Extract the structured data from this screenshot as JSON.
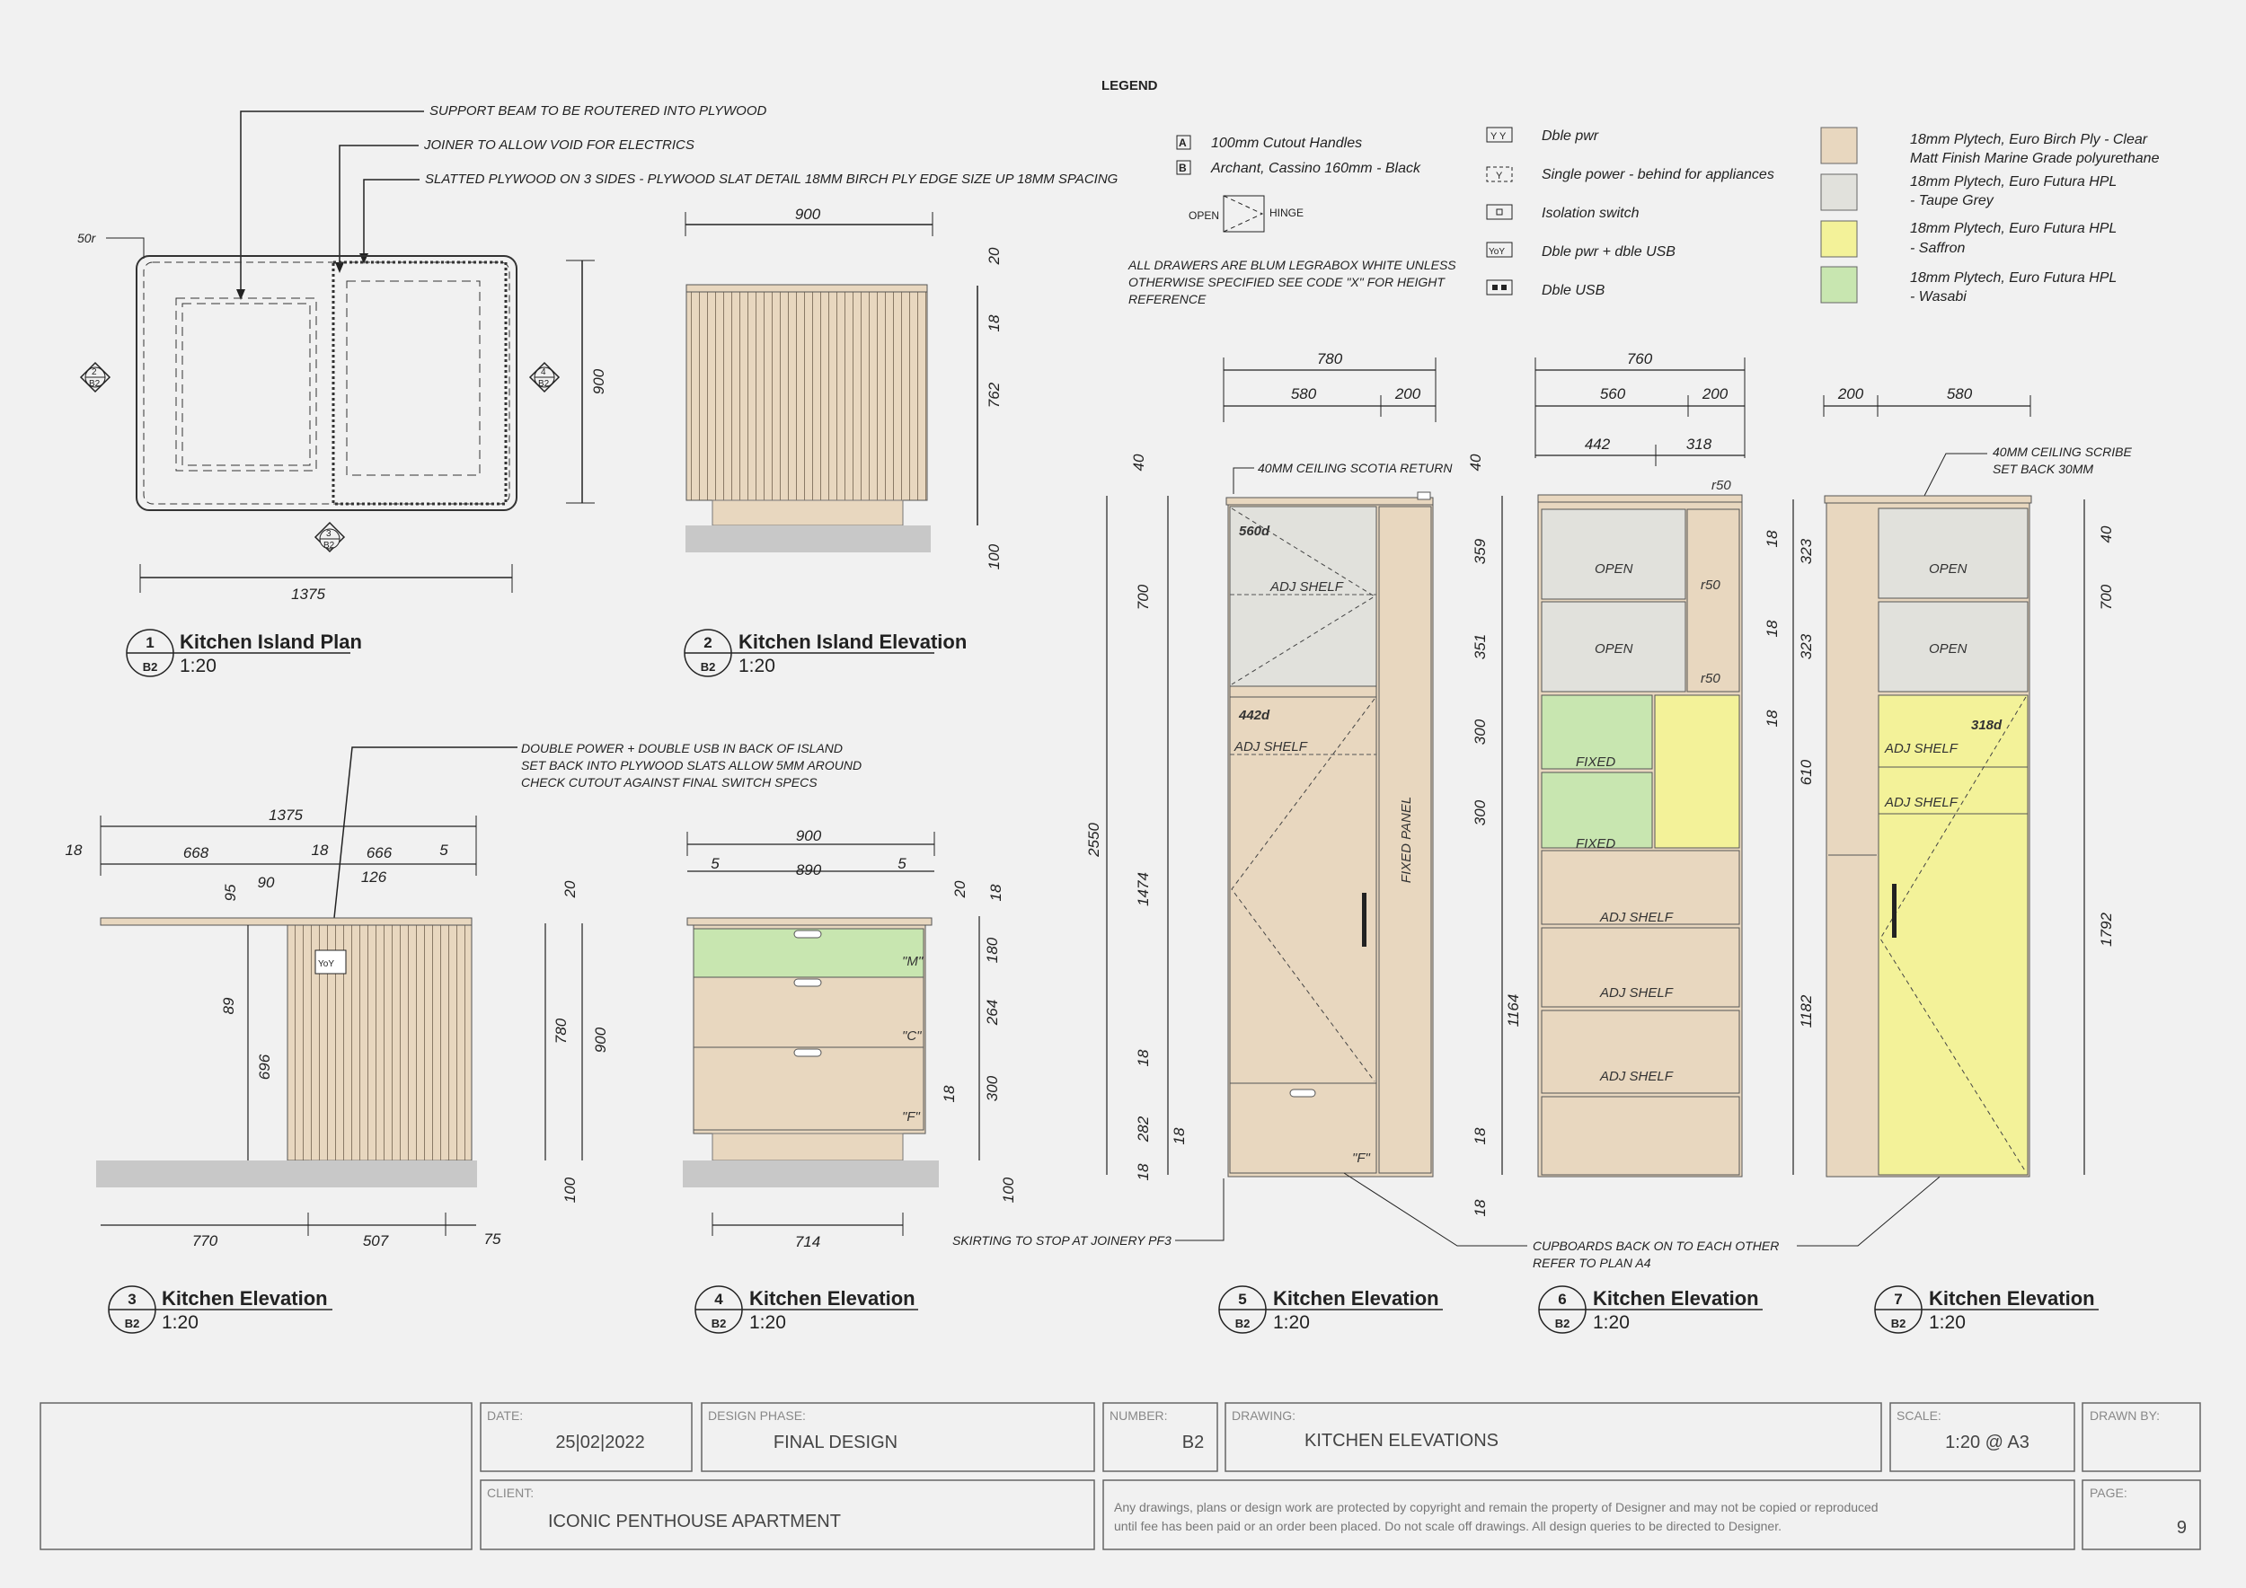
{
  "legend": {
    "title": "LEGEND",
    "handles": [
      {
        "code": "A",
        "label": "100mm Cutout Handles"
      },
      {
        "code": "B",
        "label": "Archant, Cassino 160mm - Black"
      }
    ],
    "door_open_label": "OPEN",
    "door_hinge_label": "HINGE",
    "drawer_note": [
      "ALL DRAWERS ARE BLUM LEGRABOX WHITE UNLESS",
      "OTHERWISE SPECIFIED SEE CODE \"X\" FOR HEIGHT",
      "REFERENCE"
    ],
    "power": [
      {
        "symbol": "Y Y",
        "label": "Dble pwr"
      },
      {
        "symbol": "Y",
        "label": "Single power - behind for appliances"
      },
      {
        "symbol": "o",
        "label": "Isolation switch"
      },
      {
        "symbol": "YoY",
        "label": "Dble pwr + dble USB"
      },
      {
        "symbol": "oo",
        "label": "Dble USB"
      }
    ],
    "finishes": [
      {
        "color": "#e8d7bf",
        "lines": [
          "18mm Plytech, Euro Birch Ply - Clear",
          "Matt Finish Marine Grade polyurethane"
        ]
      },
      {
        "color": "#e1e1dc",
        "lines": [
          "18mm Plytech, Euro Futura HPL",
          "- Taupe Grey"
        ]
      },
      {
        "color": "#f3f299",
        "lines": [
          "18mm Plytech, Euro Futura HPL",
          "- Saffron"
        ]
      },
      {
        "color": "#c8e6b0",
        "lines": [
          "18mm Plytech, Euro Futura HPL",
          "- Wasabi"
        ]
      }
    ]
  },
  "annotations": {
    "support_beam": "SUPPORT BEAM TO BE ROUTERED INTO PLYWOOD",
    "joiner": "JOINER TO ALLOW VOID FOR ELECTRICS",
    "slatted": "SLATTED PLYWOOD ON 3 SIDES - PLYWOOD SLAT DETAIL 18MM BIRCH PLY EDGE SIZE UP 18MM SPACING",
    "radius": "50r",
    "power_note": [
      "DOUBLE POWER + DOUBLE USB IN BACK OF ISLAND",
      "SET BACK INTO PLYWOOD SLATS ALLOW 5MM AROUND",
      "CHECK CUTOUT AGAINST FINAL SWITCH SPECS"
    ],
    "ceiling_scotia": "40MM CEILING SCOTIA RETURN",
    "ceiling_scribe": [
      "40MM CEILING SCRIBE",
      "SET BACK 30MM"
    ],
    "skirting": "SKIRTING TO STOP AT JOINERY PF3",
    "cupboards_back": [
      "CUPBOARDS BACK ON TO EACH OTHER",
      "REFER TO PLAN A4"
    ]
  },
  "section_markers": {
    "m2": [
      "2",
      "B2"
    ],
    "m4": [
      "4",
      "B2"
    ],
    "m3": [
      "3",
      "B2"
    ]
  },
  "views": [
    {
      "num": "1",
      "sheet": "B2",
      "title": "Kitchen Island Plan",
      "scale": "1:20"
    },
    {
      "num": "2",
      "sheet": "B2",
      "title": "Kitchen Island Elevation",
      "scale": "1:20"
    },
    {
      "num": "3",
      "sheet": "B2",
      "title": "Kitchen Elevation",
      "scale": "1:20"
    },
    {
      "num": "4",
      "sheet": "B2",
      "title": "Kitchen Elevation",
      "scale": "1:20"
    },
    {
      "num": "5",
      "sheet": "B2",
      "title": "Kitchen Elevation",
      "scale": "1:20"
    },
    {
      "num": "6",
      "sheet": "B2",
      "title": "Kitchen Elevation",
      "scale": "1:20"
    },
    {
      "num": "7",
      "sheet": "B2",
      "title": "Kitchen Elevation",
      "scale": "1:20"
    }
  ],
  "dims": {
    "v1": {
      "w": "1375",
      "h": "900"
    },
    "v2": {
      "w": "900",
      "top": "20",
      "t18": "18",
      "h": "762",
      "base": "100"
    },
    "v3": {
      "total": "1375",
      "d18": "18",
      "a": "668",
      "b18": "18",
      "c": "666",
      "d5": "5",
      "d90": "90",
      "d126": "126",
      "d95": "95",
      "d89": "89",
      "d696": "696",
      "b770": "770",
      "b507": "507",
      "b75": "75",
      "r20": "20",
      "r780": "780",
      "r900": "900",
      "r100": "100"
    },
    "v4": {
      "w": "900",
      "l5": "5",
      "mid": "890",
      "r5": "5",
      "b": "714",
      "d20": "20",
      "d18": "18",
      "d180": "180",
      "d264": "264",
      "d300": "300",
      "d18b": "18",
      "d100": "100"
    },
    "v5": {
      "w": "780",
      "a": "580",
      "b": "200",
      "d40": "40",
      "d700": "700",
      "d2550": "2550",
      "d1474": "1474",
      "d18": "18",
      "d282": "282",
      "d18b": "18",
      "d18c": "18"
    },
    "v6": {
      "w": "760",
      "a": "560",
      "b": "200",
      "c": "442",
      "d": "318",
      "d40": "40",
      "d359": "359",
      "d351": "351",
      "d300a": "300",
      "d300b": "300",
      "d1164": "1164",
      "d18": "18",
      "d18b": "18"
    },
    "v7": {
      "a": "200",
      "b": "580",
      "l18a": "18",
      "l323a": "323",
      "l18b": "18",
      "l323b": "323",
      "l18c": "18",
      "l610": "610",
      "l1182": "1182",
      "r40": "40",
      "r700": "700",
      "r1792": "1792"
    }
  },
  "cab_labels": {
    "v4": {
      "m": "\"M\"",
      "c": "\"C\"",
      "f": "\"F\""
    },
    "v5": {
      "d560": "560d",
      "adj1": "ADJ SHELF",
      "d442": "442d",
      "adj2": "ADJ SHELF",
      "fixed_panel": "FIXED PANEL",
      "f": "\"F\""
    },
    "v6": {
      "r50a": "r50",
      "r50b": "r50",
      "r50c": "r50",
      "open1": "OPEN",
      "open2": "OPEN",
      "fixed1": "FIXED",
      "fixed2": "FIXED",
      "adj1": "ADJ SHELF",
      "adj2": "ADJ SHELF",
      "adj3": "ADJ SHELF"
    },
    "v7": {
      "open1": "OPEN",
      "open2": "OPEN",
      "d318": "318d",
      "adj1": "ADJ SHELF",
      "adj2": "ADJ SHELF"
    }
  },
  "title_block": {
    "date_cap": "DATE:",
    "date": "25|02|2022",
    "phase_cap": "DESIGN PHASE:",
    "phase": "FINAL DESIGN",
    "number_cap": "NUMBER:",
    "number": "B2",
    "drawing_cap": "DRAWING:",
    "drawing": "KITCHEN ELEVATIONS",
    "scale_cap": "SCALE:",
    "scale": "1:20 @ A3",
    "drawn_cap": "DRAWN BY:",
    "client_cap": "CLIENT:",
    "client": "ICONIC PENTHOUSE APARTMENT",
    "copyright": [
      "Any drawings, plans or design work are protected by copyright and remain the property of Designer and may not be copied or reproduced",
      "until fee has been paid or an order been placed. Do not scale off drawings. All design queries to be directed to Designer."
    ],
    "page_cap": "PAGE:",
    "page": "9"
  }
}
